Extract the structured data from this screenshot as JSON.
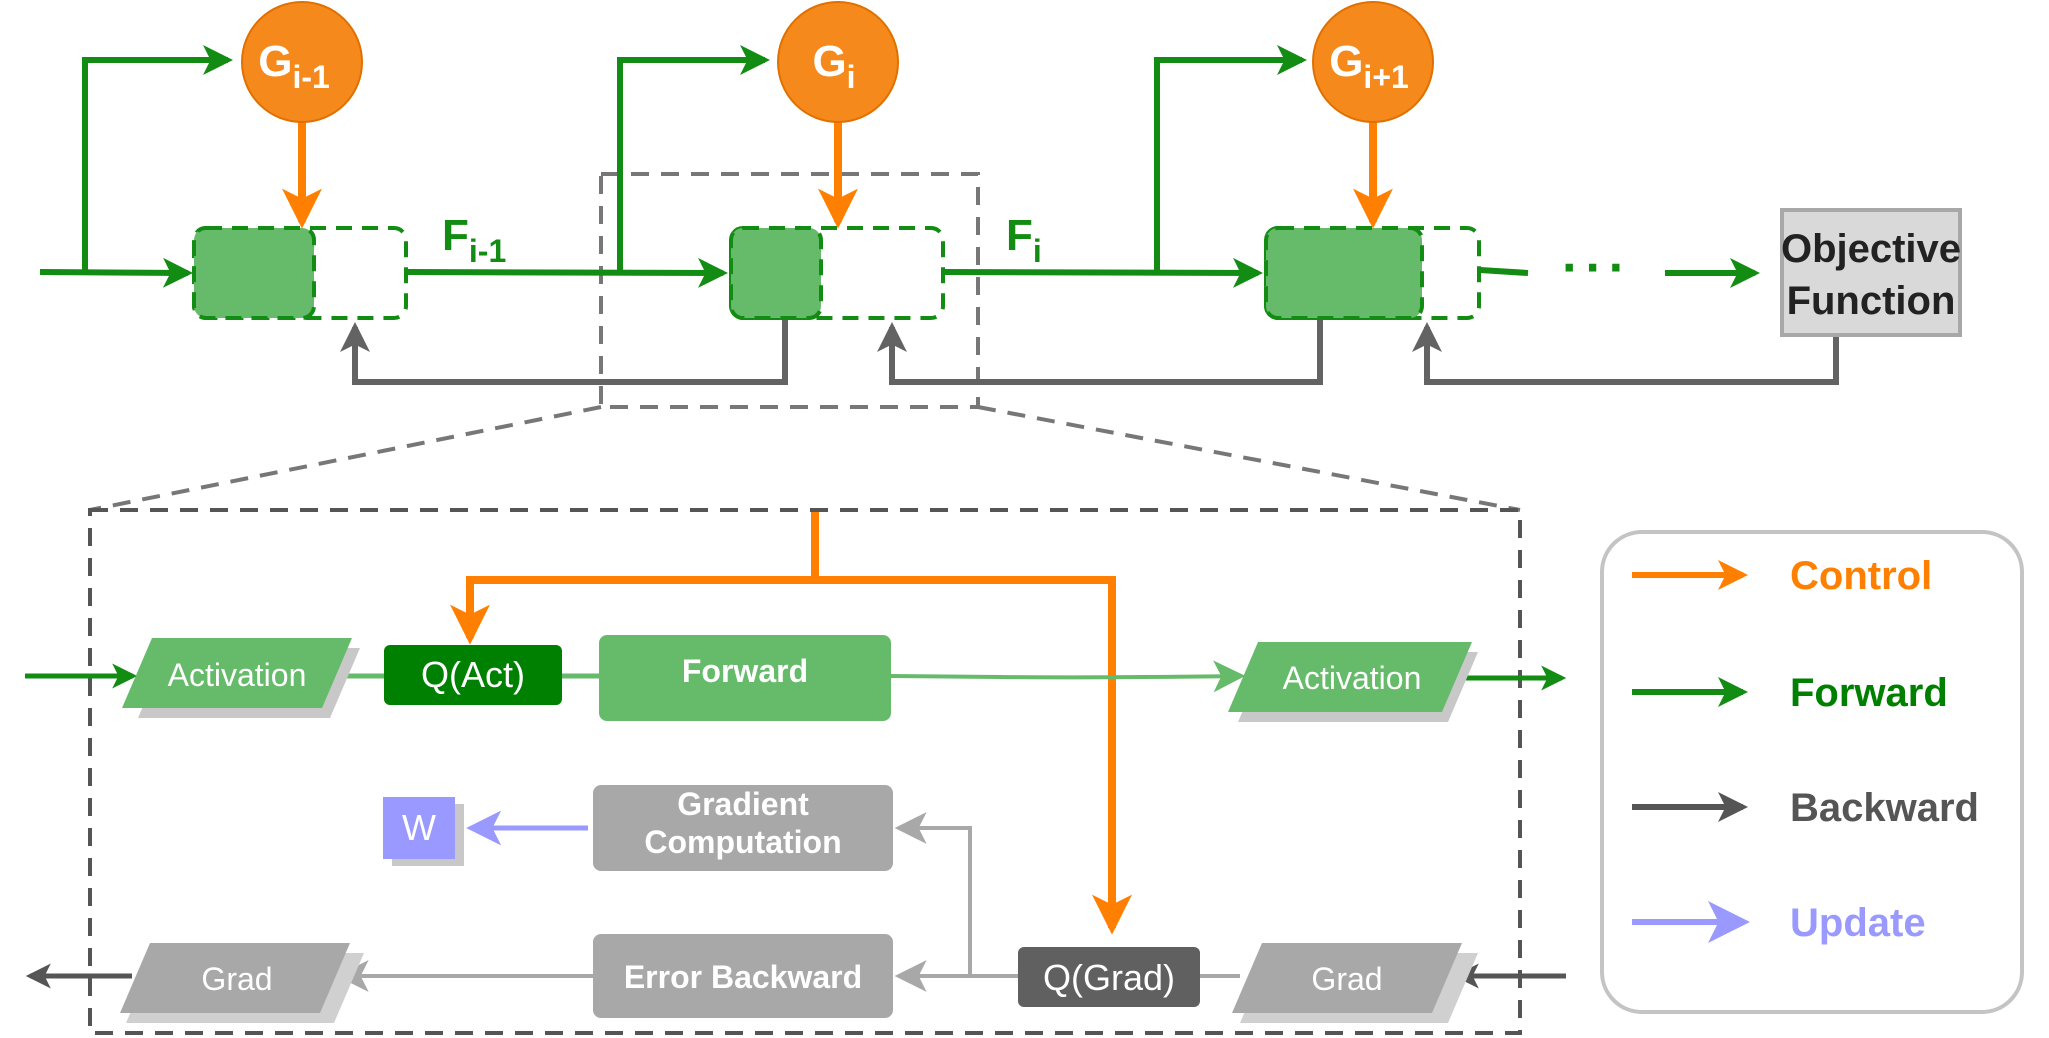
{
  "gates": [
    {
      "label": "G",
      "sub": "i-1"
    },
    {
      "label": "G",
      "sub": "i"
    },
    {
      "label": "G",
      "sub": "i+1"
    }
  ],
  "edges": [
    {
      "label": "F",
      "sub": "i-1"
    },
    {
      "label": "F",
      "sub": "i"
    }
  ],
  "ellipsis": "···",
  "objective": {
    "line1": "Objective",
    "line2": "Function"
  },
  "detail": {
    "activation_in": "Activation",
    "q_act": "Q(Act)",
    "forward": "Forward",
    "activation_out": "Activation",
    "weight": "W",
    "gradient_computation": {
      "line1": "Gradient",
      "line2": "Computation"
    },
    "error_backward": "Error Backward",
    "q_grad": "Q(Grad)",
    "grad_in": "Grad",
    "grad_out": "Grad"
  },
  "legend": {
    "items": [
      {
        "label": "Control",
        "color": "#ff8000"
      },
      {
        "label": "Forward",
        "color": "#008000"
      },
      {
        "label": "Backward",
        "color": "#555555"
      },
      {
        "label": "Update",
        "color": "#9999ff"
      }
    ]
  },
  "colors": {
    "orange": "#ff8000",
    "orange_fill": "#f5891b",
    "green_dark": "#128c12",
    "green_fill": "#66bb6a",
    "gray_arrow": "#636363",
    "gray_box": "#a8a8a8",
    "q_grad_fill": "#606060",
    "q_act_fill": "#008000",
    "update": "#9999ff",
    "dashed": "#777777"
  }
}
